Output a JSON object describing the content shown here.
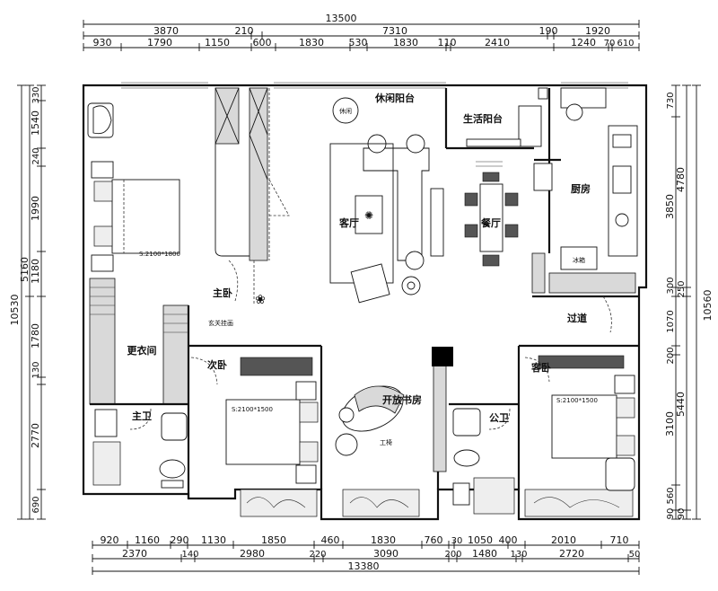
{
  "top_dims": {
    "overall": "13500",
    "row2": [
      "3870",
      "210",
      "7310",
      "190",
      "1920"
    ],
    "row3": [
      "930",
      "1790",
      "1150",
      "600",
      "1830",
      "530",
      "1830",
      "110",
      "2410",
      "1240",
      "70",
      "610"
    ]
  },
  "bottom_dims": {
    "overall": "13380",
    "row2": [
      "2370",
      "140",
      "2980",
      "220",
      "3090",
      "200",
      "1480",
      "130",
      "2720",
      "50"
    ],
    "row1": [
      "920",
      "1160",
      "290",
      "1130",
      "1850",
      "460",
      "1830",
      "760",
      "30",
      "1050",
      "400",
      "2010",
      "710"
    ]
  },
  "left_dims": {
    "overall": "10530",
    "row2": [
      "5160"
    ],
    "row3": [
      "330",
      "1540",
      "240",
      "1990",
      "1180",
      "1780",
      "130",
      "2770",
      "690"
    ]
  },
  "right_dims": {
    "row1": [
      "730",
      "3850",
      "300",
      "1070",
      "200",
      "3100",
      "560",
      "90"
    ],
    "row2": [
      "4780",
      "250",
      "5440",
      "90"
    ],
    "overall": "10560"
  },
  "rooms": {
    "leisure_balcony": "休闲阳台",
    "service_balcony": "生活阳台",
    "kitchen": "厨房",
    "living_room": "客厅",
    "dining_room": "餐厅",
    "master_bedroom": "主卧",
    "walk_in_closet": "更衣间",
    "secondary_bedroom": "次卧",
    "open_study": "开放书房",
    "guest_bedroom": "客卧",
    "corridor": "过道",
    "master_bathroom": "主卫",
    "public_bathroom": "公卫"
  },
  "labels": {
    "fridge": "冰箱",
    "entry_hanger": "玄关挂画",
    "master_bed_size": "S:2100*1800",
    "second_bed_size": "S:2100*1500",
    "guest_bed_size": "S:2100*1500",
    "table_label": "休闲",
    "chair_label": "工椅"
  }
}
